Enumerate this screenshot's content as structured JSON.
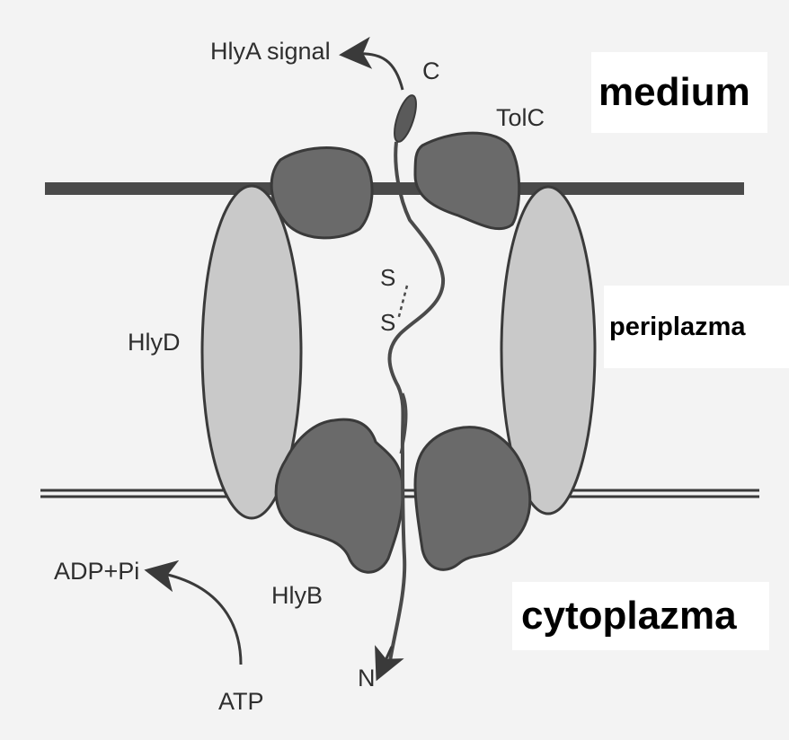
{
  "labels": {
    "hlya_signal": "HlyA signal",
    "c_terminus": "C",
    "tolc": "TolC",
    "hlyd": "HlyD",
    "s_upper": "S",
    "s_lower": "S",
    "adp_pi": "ADP+Pi",
    "hlyb": "HlyB",
    "atp": "ATP",
    "n_terminus": "N"
  },
  "regions": {
    "medium": "medium",
    "periplazma": "periplazma",
    "cytoplazma": "cytoplazma"
  },
  "colors": {
    "background": "#f3f3f3",
    "dark_protein": "#6a6a6a",
    "light_protein": "#c9c9c9",
    "membrane": "#4a4a4a",
    "outline": "#3a3a3a",
    "label_box": "#ffffff"
  }
}
